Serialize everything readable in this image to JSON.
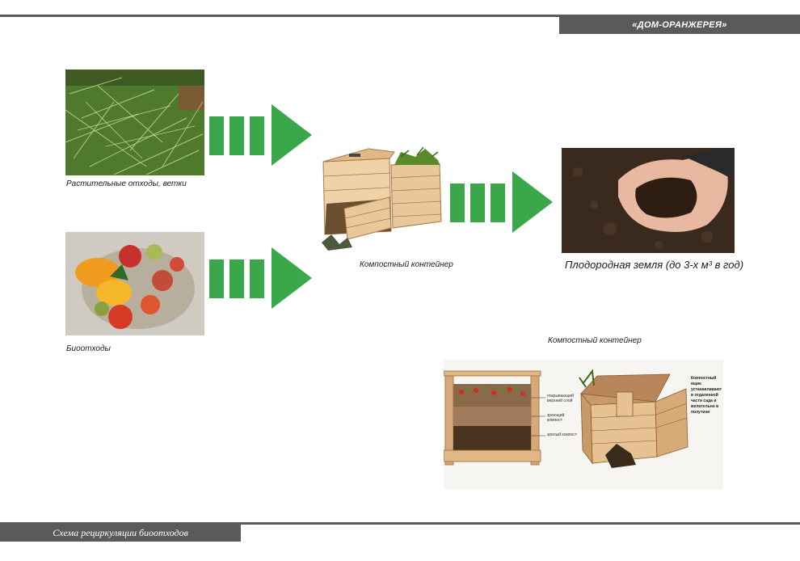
{
  "header": {
    "brand": "«ДОМ-ОРАНЖЕРЕЯ»"
  },
  "footer": {
    "title": "Схема рециркуляции биоотходов"
  },
  "inputs": [
    {
      "caption": "Растительные отходы, ветки"
    },
    {
      "caption": "Биоотходы"
    }
  ],
  "container": {
    "caption": "Компостный контейнер"
  },
  "output": {
    "caption": "Плодородная земля (до 3-х м³ в год)"
  },
  "detail": {
    "title": "Компостный контейнер",
    "layers": [
      "покрывающий верхний слой",
      "зреющий компост",
      "зрелый компост"
    ],
    "note": "Компостный ящик устанавливают в отдаленной части сада и желательно в полутени"
  },
  "colors": {
    "arrow": "#3aa84a",
    "bar": "#5a5a5a"
  },
  "icons": [
    "flow-arrow-icon"
  ]
}
